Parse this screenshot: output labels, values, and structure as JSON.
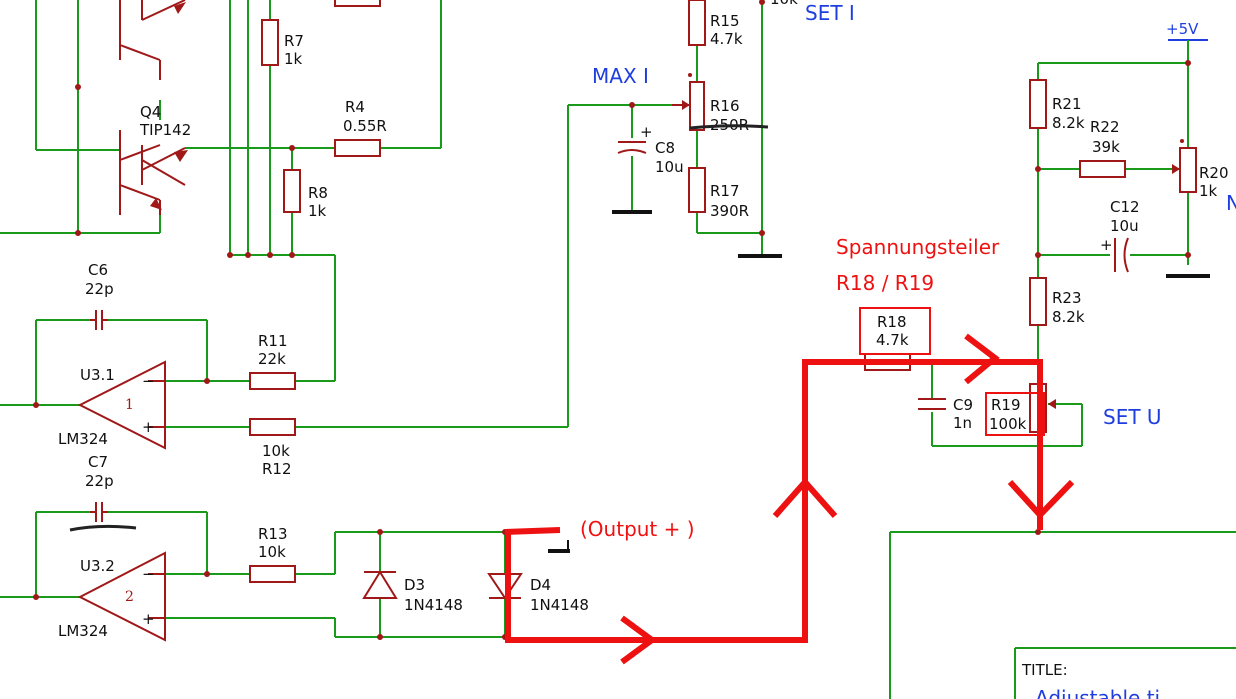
{
  "components": {
    "r7": {
      "ref": "R7",
      "value": "1k"
    },
    "q4": {
      "ref": "Q4",
      "value": "TIP142"
    },
    "r4": {
      "ref": "R4",
      "value": "0.55R"
    },
    "r8": {
      "ref": "R8",
      "value": "1k"
    },
    "c6": {
      "ref": "C6",
      "value": "22p"
    },
    "r11": {
      "ref": "R11",
      "value": "22k"
    },
    "u31": {
      "ref": "U3.1",
      "value": "LM324",
      "unit": "1"
    },
    "r12": {
      "ref": "R12",
      "value": "10k"
    },
    "c7": {
      "ref": "C7",
      "value": "22p"
    },
    "r13": {
      "ref": "R13",
      "value": "10k"
    },
    "u32": {
      "ref": "U3.2",
      "value": "LM324",
      "unit": "2"
    },
    "d3": {
      "ref": "D3",
      "value": "1N4148"
    },
    "d4": {
      "ref": "D4",
      "value": "1N4148"
    },
    "r15": {
      "ref": "R15",
      "value": "4.7k"
    },
    "r16": {
      "ref": "R16",
      "value": "250R"
    },
    "c8": {
      "ref": "C8",
      "value": "10u"
    },
    "r17": {
      "ref": "R17",
      "value": "390R"
    },
    "r21": {
      "ref": "R21",
      "value": "8.2k"
    },
    "r22": {
      "ref": "R22",
      "value": "39k"
    },
    "r20": {
      "ref": "R20",
      "value": "1k"
    },
    "c12": {
      "ref": "C12",
      "value": "10u"
    },
    "r23": {
      "ref": "R23",
      "value": "8.2k"
    },
    "r18": {
      "ref": "R18",
      "value": "4.7k"
    },
    "c9": {
      "ref": "C9",
      "value": "1n"
    },
    "r19": {
      "ref": "R19",
      "value": "100k"
    }
  },
  "labels": {
    "set_i": "SET I",
    "max_i": "MAX I",
    "set_u": "SET U",
    "supply": "+5V",
    "cut_top": "10k",
    "cut_right": "N"
  },
  "annotations": {
    "divider_line1": "Spannungsteiler",
    "divider_line2": "R18 / R19",
    "output": "(Output + )"
  },
  "title_block": {
    "title_label": "TITLE:",
    "title_value": "Adjustable ti"
  },
  "colors": {
    "wire": "#1a9a1a",
    "component": "#a01818",
    "annotation": "#ee1111",
    "net_label": "#1e3ee0"
  }
}
